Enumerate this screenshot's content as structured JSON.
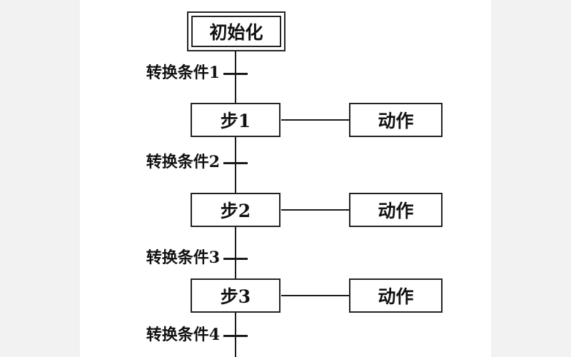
{
  "diagram": {
    "type": "sequential-function-chart",
    "colors": {
      "line": "#1a1a1a",
      "background": "#ffffff",
      "box_border": "#222222"
    },
    "init": {
      "label": "初始化"
    },
    "transitions": [
      {
        "label": "转换条件1"
      },
      {
        "label": "转换条件2"
      },
      {
        "label": "转换条件3"
      },
      {
        "label": "转换条件4"
      }
    ],
    "steps": [
      {
        "label": "步1",
        "action": "动作"
      },
      {
        "label": "步2",
        "action": "动作"
      },
      {
        "label": "步3",
        "action": "动作"
      }
    ]
  }
}
